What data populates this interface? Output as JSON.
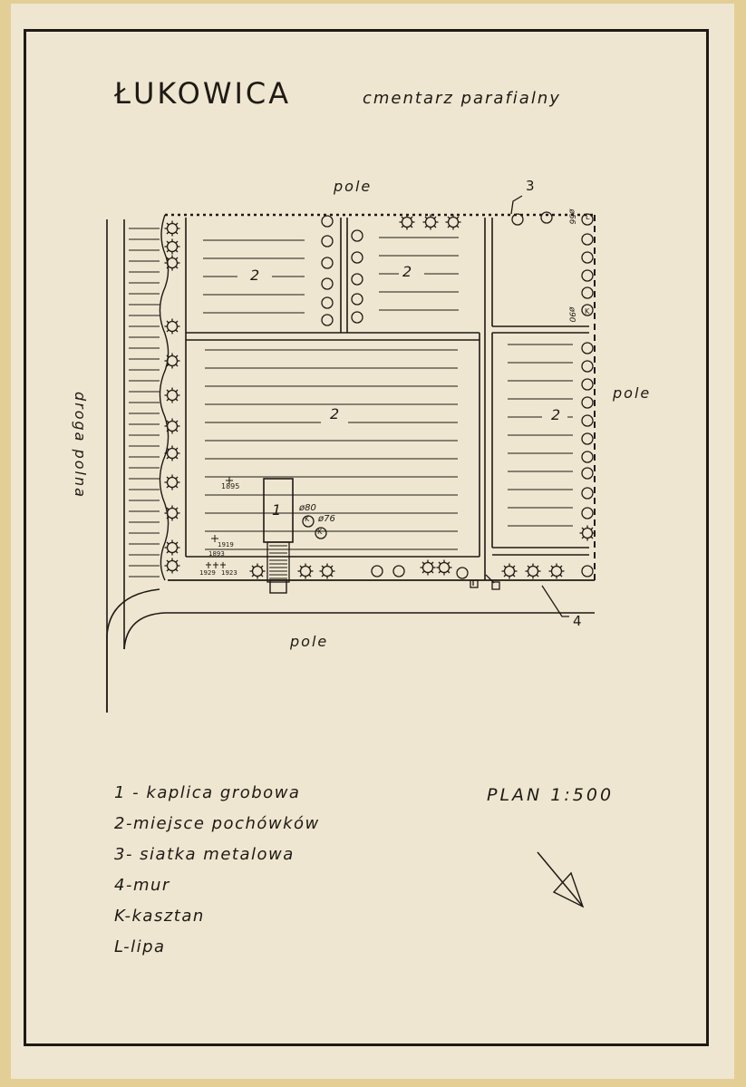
{
  "title": "ŁUKOWICA",
  "subtitle": "cmentarz parafialny",
  "labels": {
    "pole_top": "pole",
    "pole_right": "pole",
    "pole_bottom": "pole",
    "road": "droga polna",
    "ref_fence": "3",
    "ref_wall": "4",
    "chapel": "1",
    "burial_nw": "2",
    "burial_nm": "2",
    "burial_center": "2",
    "burial_east": "2",
    "diam_80": "ø80",
    "diam_76": "ø76",
    "diam_90": "ø90",
    "diam_56": "ø56",
    "year_1895": "1895",
    "year_1919": "1919",
    "year_1893": "1893",
    "year_1929": "1929",
    "year_1923": "1923",
    "tree_k": "K",
    "tree_l": "L"
  },
  "legend": [
    "1 - kaplica grobowa",
    "2-miejsce pochówków",
    "3- siatka metalowa",
    "4-mur",
    "K-kasztan",
    "L-lipa"
  ],
  "scale": "PLAN 1:500",
  "colors": {
    "paper": "#efe6d1",
    "ink": "#1e1a14",
    "mount": "#e3cf96"
  }
}
